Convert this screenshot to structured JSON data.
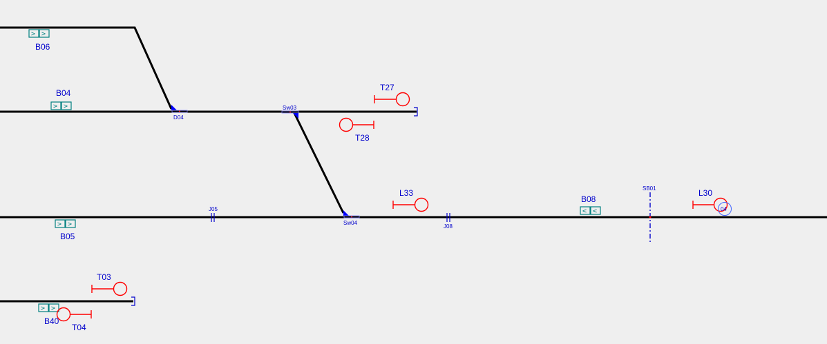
{
  "colors": {
    "background": "#efefef",
    "track": "#000000",
    "signal": "#ff0000",
    "label": "#0000cc",
    "block": "#008080"
  },
  "blocks": {
    "B06": {
      "label": "B06",
      "arrows": [
        ">",
        ">"
      ]
    },
    "B04": {
      "label": "B04",
      "arrows": [
        ">",
        ">"
      ]
    },
    "B05": {
      "label": "B05",
      "arrows": [
        ">",
        ">"
      ]
    },
    "B40": {
      "label": "B40",
      "arrows": [
        ">",
        ">"
      ]
    },
    "B08": {
      "label": "B08",
      "arrows": [
        "<",
        "<"
      ]
    }
  },
  "signals": {
    "T27": "T27",
    "T28": "T28",
    "L33": "L33",
    "L30": "L30",
    "T03": "T03",
    "T04": "T04"
  },
  "switches": {
    "D04": "D04",
    "Sw03": "Sw03",
    "Sw04": "Sw04"
  },
  "joints": {
    "J05": "J05",
    "J08": "J08"
  },
  "boundary": {
    "SB01": "SB01"
  },
  "marker": {
    "label": "04"
  }
}
